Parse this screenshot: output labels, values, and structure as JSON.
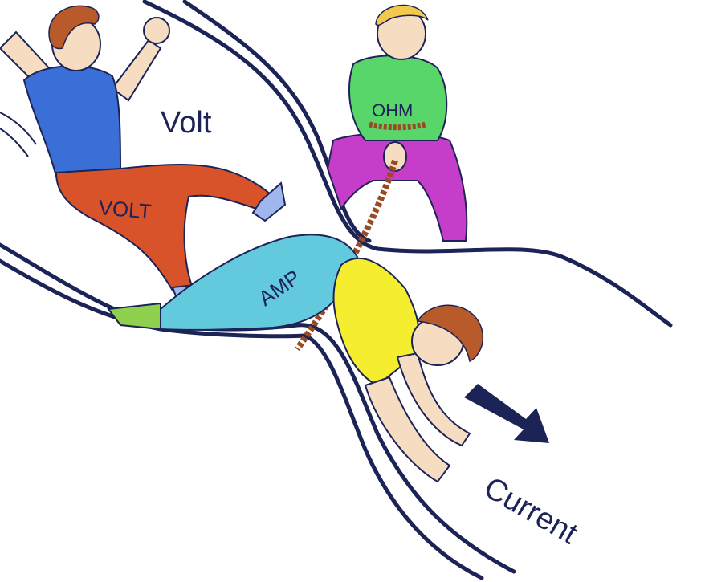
{
  "labels": {
    "volt_title": "Volt",
    "volt_pants": "VOLT",
    "ohm_shirt": "OHM",
    "amp_pants": "AMP",
    "current": "Current"
  },
  "colors": {
    "outline": "#1c2357",
    "volt_shirt": "#3a6fd8",
    "volt_pants": "#d9532a",
    "volt_shoes": "#9fb7ee",
    "ohm_shirt": "#58d66a",
    "ohm_pants": "#c53dc8",
    "amp_pants": "#63c9dd",
    "amp_shirt": "#f4ee2f",
    "amp_shoe": "#8fd14f",
    "hair": "#b85a2a",
    "ohm_hair": "#f2c94a",
    "skin": "#f6dcc1",
    "rope": "#9a4a22"
  }
}
